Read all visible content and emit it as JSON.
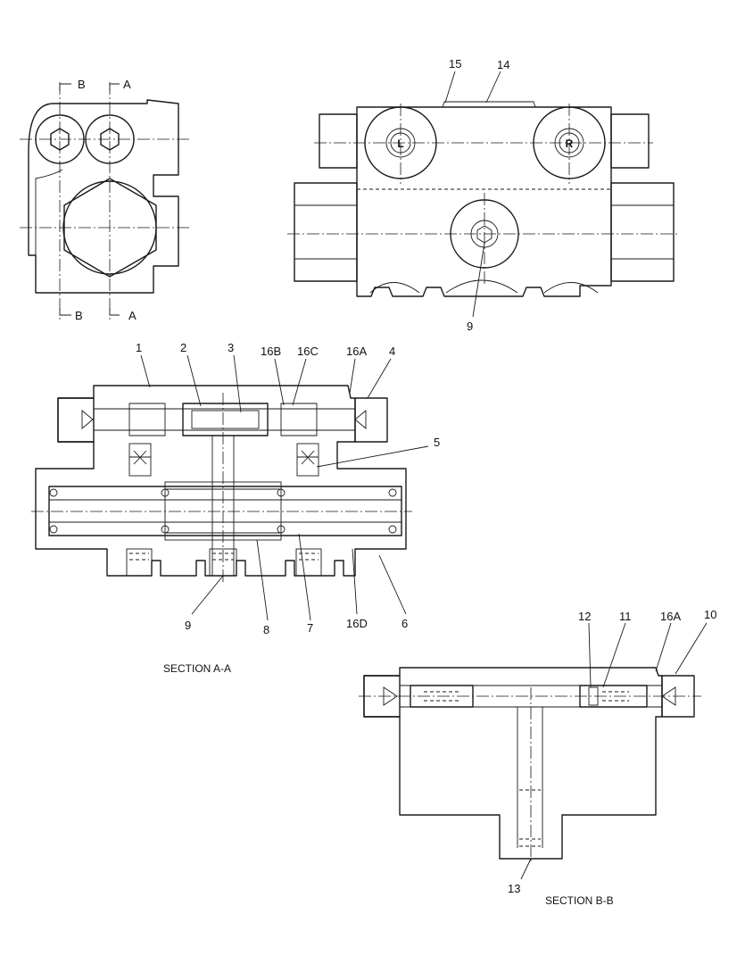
{
  "drawing": {
    "section_letters": {
      "b_top": "B",
      "a_top": "A",
      "b_bottom": "B",
      "a_bottom": "A"
    },
    "port_labels": {
      "left": "L",
      "right": "R"
    },
    "captions": {
      "section_a": "SECTION A-A",
      "section_b": "SECTION B-B"
    },
    "callouts": {
      "c15": "15",
      "c14": "14",
      "c9_top": "9",
      "c1": "1",
      "c2": "2",
      "c3": "3",
      "c16b": "16B",
      "c16c": "16C",
      "c16a_a": "16A",
      "c4": "4",
      "c5": "5",
      "c9_a": "9",
      "c8": "8",
      "c7": "7",
      "c16d": "16D",
      "c6": "6",
      "c12": "12",
      "c11": "11",
      "c16a_b": "16A",
      "c10": "10",
      "c13": "13"
    }
  }
}
